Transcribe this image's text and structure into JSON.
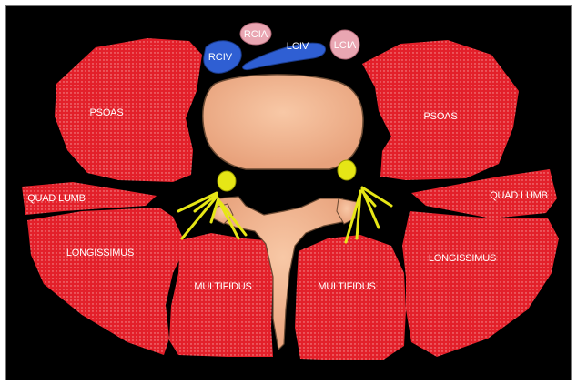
{
  "labels": {
    "rcia": "RCIA",
    "rciv": "RCIV",
    "lciv": "LCIV",
    "lcia": "LCIA",
    "psoas_left": "PSOAS",
    "psoas_right": "PSOAS",
    "quad_lumb_left": "QUAD LUMB",
    "quad_lumb_right": "QUAD LUMB",
    "longissimus_left": "LONGISSIMUS",
    "longissimus_right": "LONGISSIMUS",
    "multifidus_left": "MULTIFIDUS",
    "multifidus_right": "MULTIFIDUS"
  },
  "colors": {
    "background": "#000000",
    "muscle": "#e3202a",
    "vertebra": "#f2b48e",
    "vein": "#2f5fd3",
    "artery": "#e9a6b2",
    "nerve": "#e6e616"
  }
}
